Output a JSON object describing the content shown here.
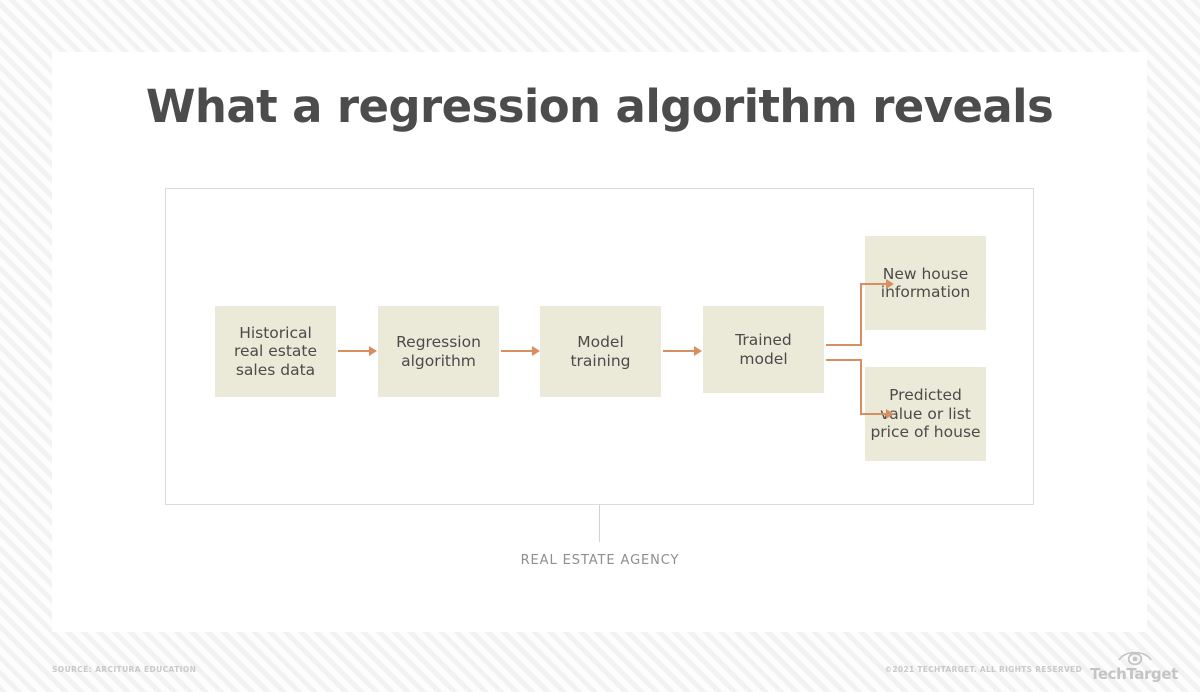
{
  "page": {
    "title": "What a regression algorithm reveals"
  },
  "diagram": {
    "caption": "REAL ESTATE AGENCY",
    "accent_color": "#d98e5f",
    "box_color": "#ebe9d8",
    "nodes": [
      {
        "id": "historical",
        "label": "Historical\nreal estate\nsales data"
      },
      {
        "id": "regression",
        "label": "Regression\nalgorithm"
      },
      {
        "id": "training",
        "label": "Model\ntraining"
      },
      {
        "id": "trained",
        "label": "Trained\nmodel"
      },
      {
        "id": "newhouse",
        "label": "New house\ninformation"
      },
      {
        "id": "predicted",
        "label": "Predicted\nvalue or list\nprice of house"
      }
    ],
    "edges": [
      {
        "from": "historical",
        "to": "regression"
      },
      {
        "from": "regression",
        "to": "training"
      },
      {
        "from": "training",
        "to": "trained"
      },
      {
        "from": "trained",
        "to": "newhouse"
      },
      {
        "from": "trained",
        "to": "predicted"
      }
    ]
  },
  "footer": {
    "source": "SOURCE: ARCITURA EDUCATION",
    "copyright": "©2021 TECHTARGET. ALL RIGHTS RESERVED",
    "brand": "TechTarget",
    "brand_icon": "eye-icon"
  }
}
